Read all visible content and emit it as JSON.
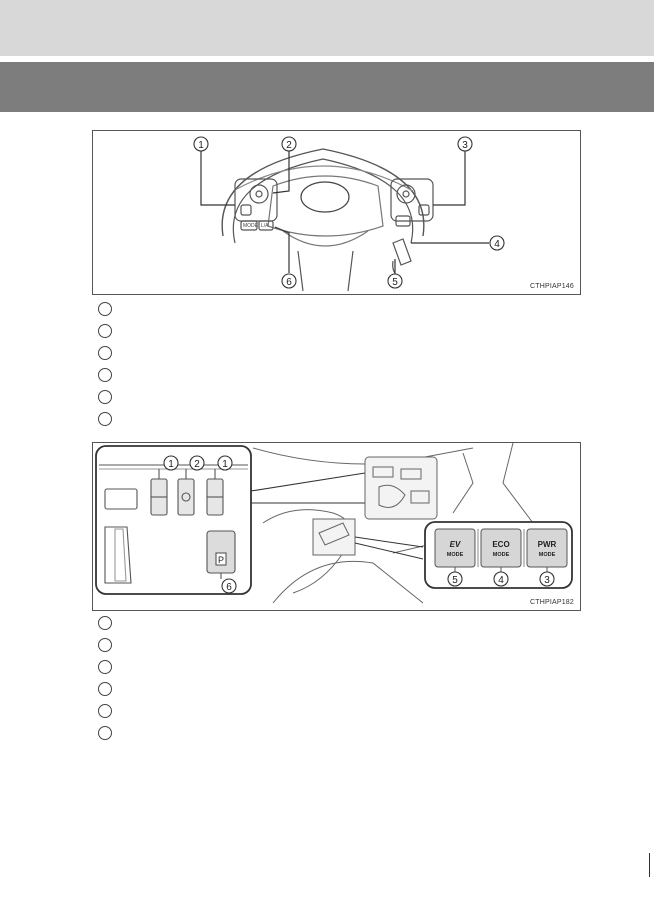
{
  "figures": {
    "steering": {
      "code": "CTHPIAP146",
      "callouts": [
        "1",
        "2",
        "3",
        "4",
        "5",
        "6"
      ],
      "button_labels": {
        "mode": "MODE",
        "lane": "L/A"
      }
    },
    "console": {
      "code": "CTHPIAP182",
      "callouts": {
        "left": [
          "1",
          "2",
          "1",
          "6"
        ],
        "inset": [
          "5",
          "4",
          "3"
        ]
      },
      "mode_buttons": [
        {
          "title": "EV",
          "sub": "MODE"
        },
        {
          "title": "ECO",
          "sub": "MODE"
        },
        {
          "title": "PWR",
          "sub": "MODE"
        }
      ],
      "park_label": "P"
    }
  },
  "legend1": [
    {
      "text": ""
    },
    {
      "text": ""
    },
    {
      "text": ""
    },
    {
      "text": ""
    },
    {
      "text": ""
    },
    {
      "text": ""
    }
  ],
  "legend2": [
    {
      "text": ""
    },
    {
      "text": ""
    },
    {
      "text": ""
    },
    {
      "text": ""
    },
    {
      "text": ""
    },
    {
      "text": ""
    }
  ]
}
